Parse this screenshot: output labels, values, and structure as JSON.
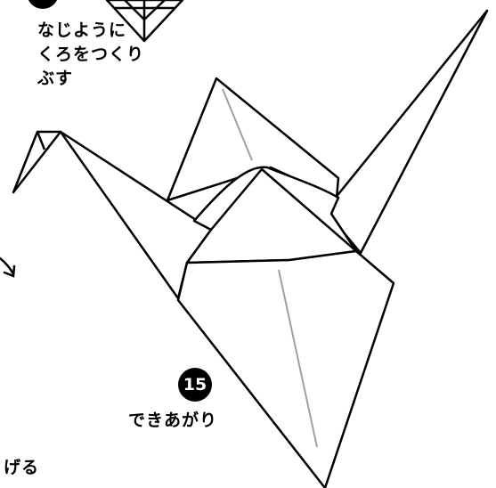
{
  "instructions": {
    "line1": "なじように",
    "line2": "くろをつくり",
    "line3": "ぶす",
    "line4": "げる"
  },
  "step": {
    "number": "15",
    "caption": "できあがり"
  },
  "colors": {
    "stroke": "#000000",
    "crease": "#a0a0a0",
    "paper": "#ffffff"
  },
  "icons": [
    "small-diamond-fold",
    "fold-arrow",
    "origami-crane"
  ]
}
